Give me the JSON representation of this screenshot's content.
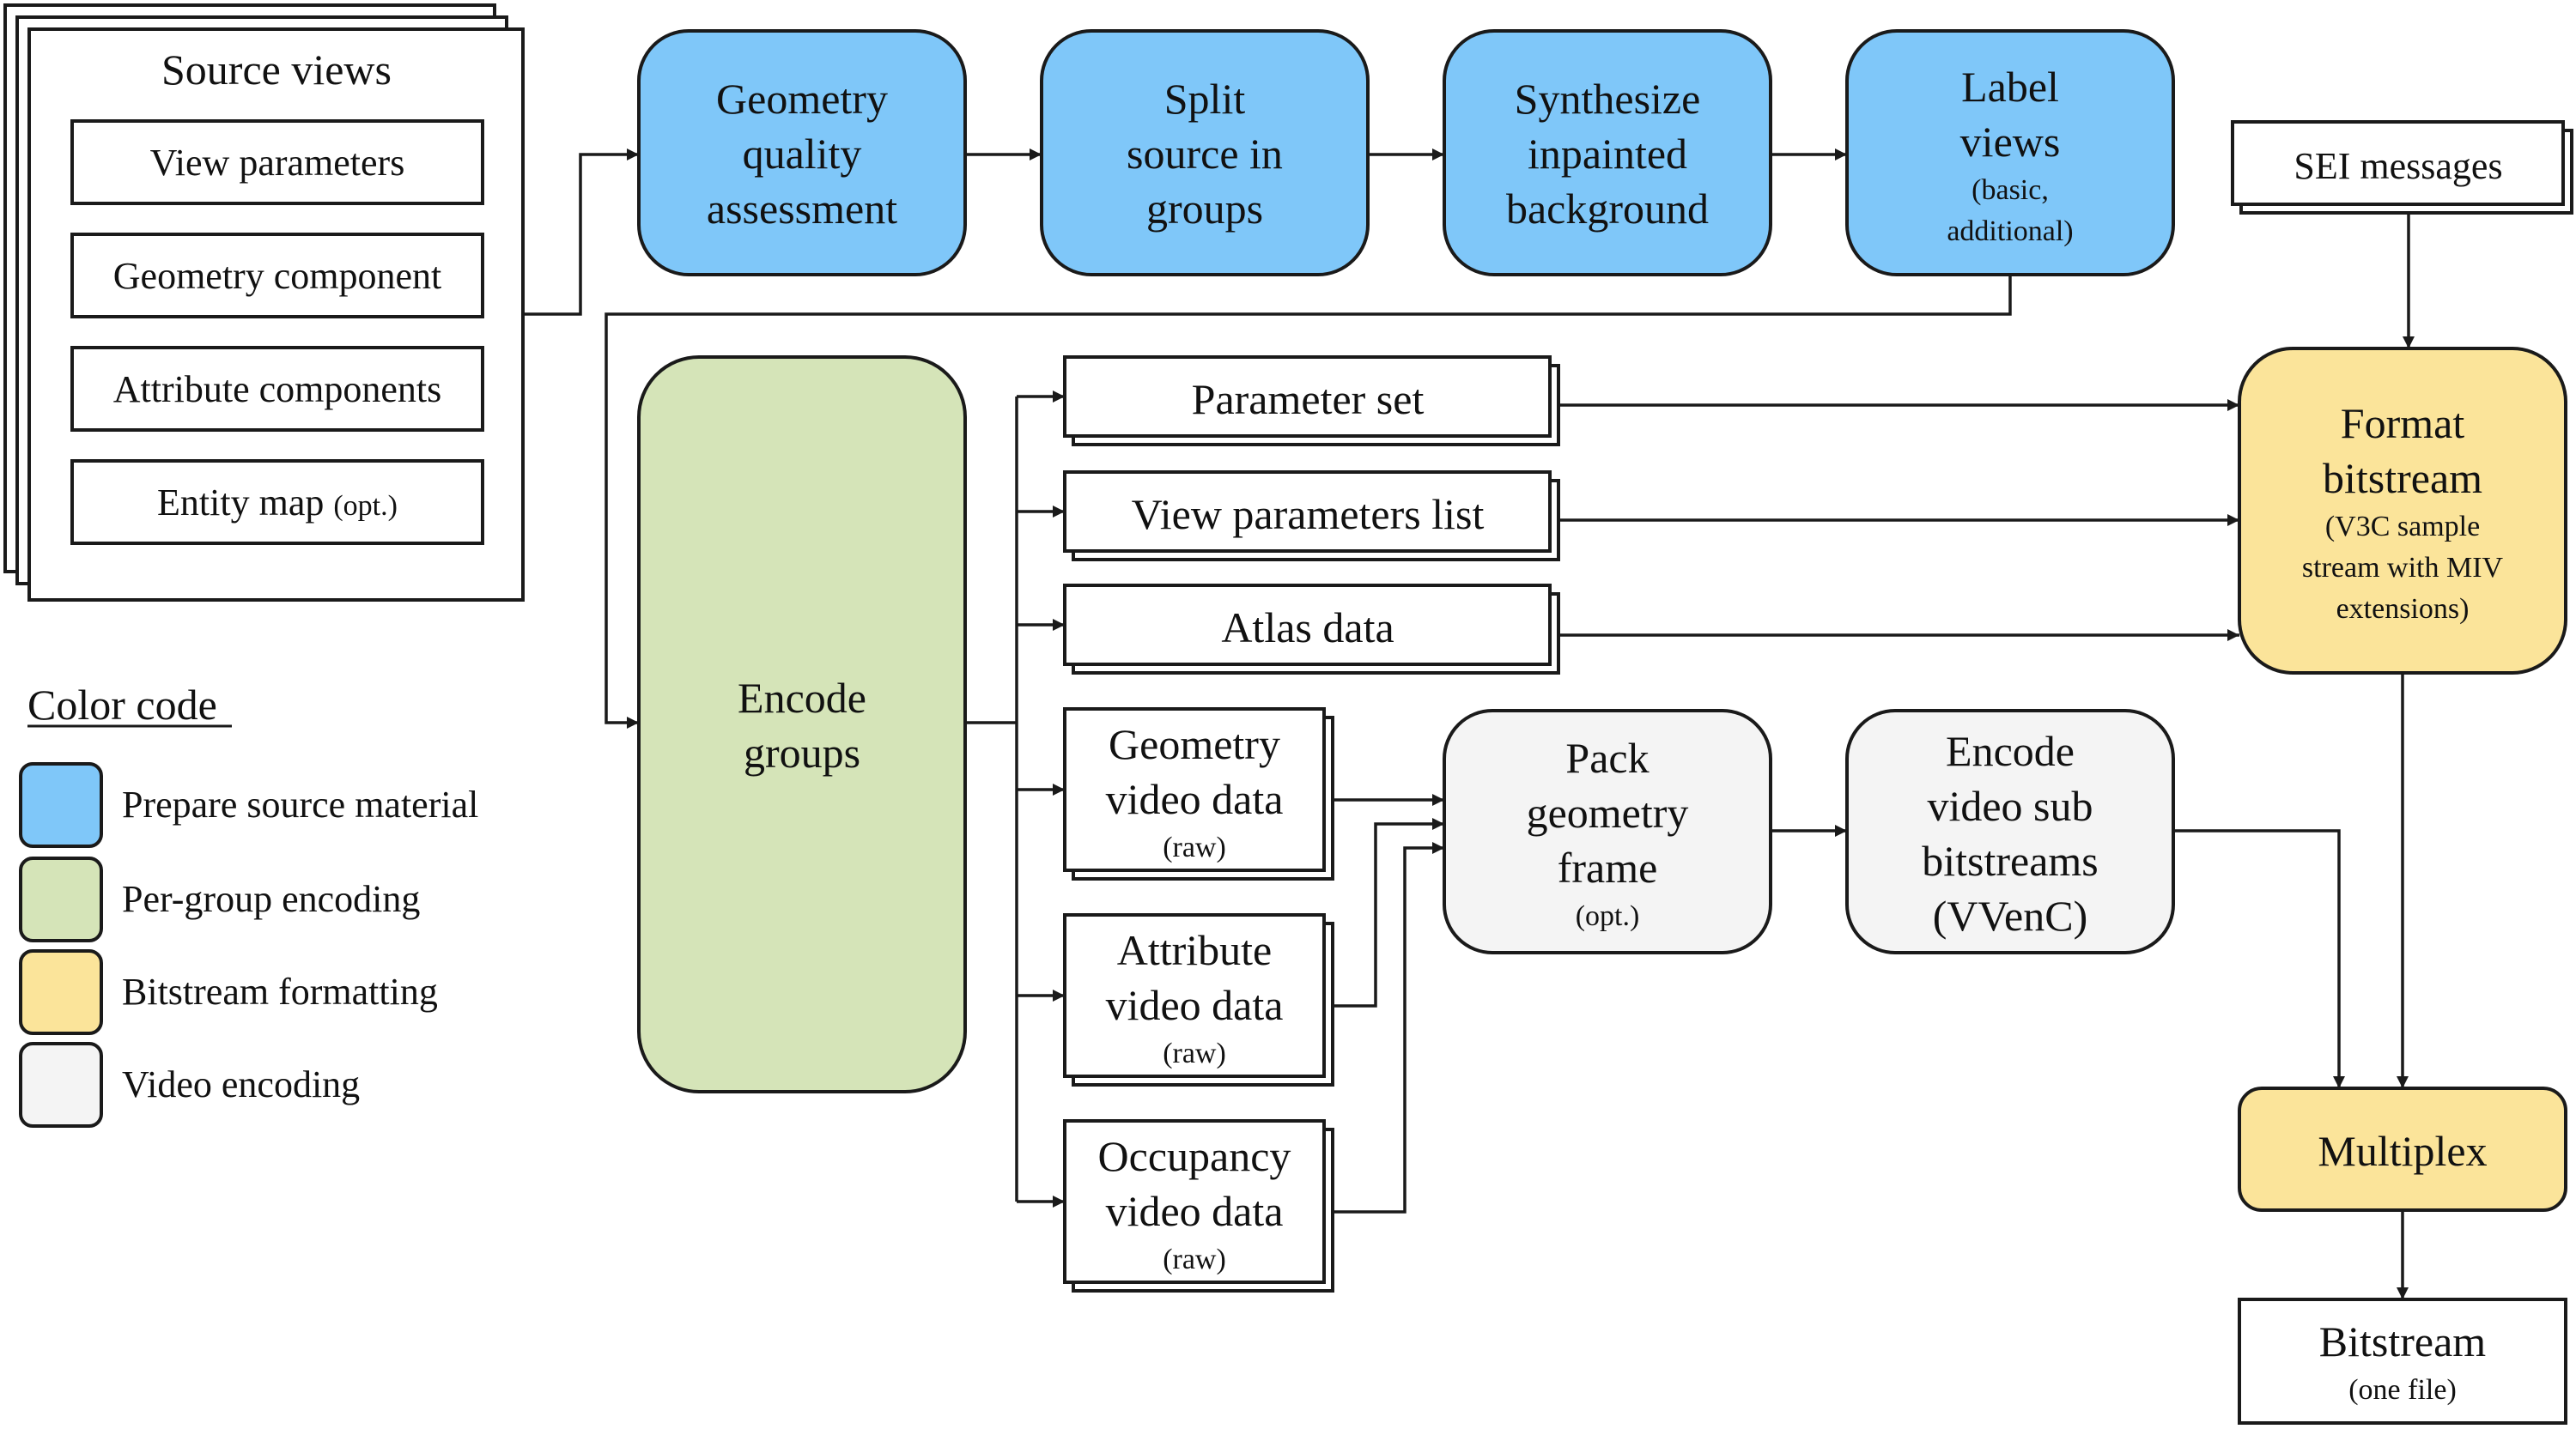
{
  "colors": {
    "prepare": "#7fc7f9",
    "per_group": "#d5e4b8",
    "bitstream": "#fbe49a",
    "video": "#f4f4f4",
    "stroke": "#1a1a1a"
  },
  "source_views": {
    "title": "Source views",
    "items": [
      "View parameters",
      "Geometry component",
      "Attribute components"
    ],
    "entity_map": "Entity map",
    "entity_map_opt": "(opt.)"
  },
  "prepare": {
    "geometry_quality": [
      "Geometry",
      "quality",
      "assessment"
    ],
    "split_source": [
      "Split",
      "source in",
      "groups"
    ],
    "synthesize": [
      "Synthesize",
      "inpainted",
      "background"
    ],
    "label_views": [
      "Label",
      "views"
    ],
    "label_views_sub": [
      "(basic,",
      "additional)"
    ]
  },
  "encode_groups": [
    "Encode",
    "groups"
  ],
  "outputs": {
    "parameter_set": "Parameter set",
    "view_parameters_list": "View parameters list",
    "atlas_data": "Atlas data",
    "geometry_video": [
      "Geometry",
      "video data"
    ],
    "attribute_video": [
      "Attribute",
      "video data"
    ],
    "occupancy_video": [
      "Occupancy",
      "video data"
    ],
    "raw": "(raw)"
  },
  "pack": {
    "lines": [
      "Pack",
      "geometry",
      "frame"
    ],
    "opt": "(opt.)"
  },
  "encode_video": [
    "Encode",
    "video sub",
    "bitstreams",
    "(VVenC)"
  ],
  "sei": "SEI messages",
  "format": {
    "lines": [
      "Format",
      "bitstream"
    ],
    "sub": [
      "(V3C sample",
      "stream with MIV",
      "extensions)"
    ]
  },
  "multiplex": "Multiplex",
  "bitstream": {
    "title": "Bitstream",
    "sub": "(one file)"
  },
  "legend": {
    "title": "Color code",
    "items": [
      {
        "label": "Prepare source material",
        "color": "#7fc7f9"
      },
      {
        "label": "Per-group encoding",
        "color": "#d5e4b8"
      },
      {
        "label": "Bitstream formatting",
        "color": "#fbe49a"
      },
      {
        "label": "Video encoding",
        "color": "#f4f4f4"
      }
    ]
  }
}
